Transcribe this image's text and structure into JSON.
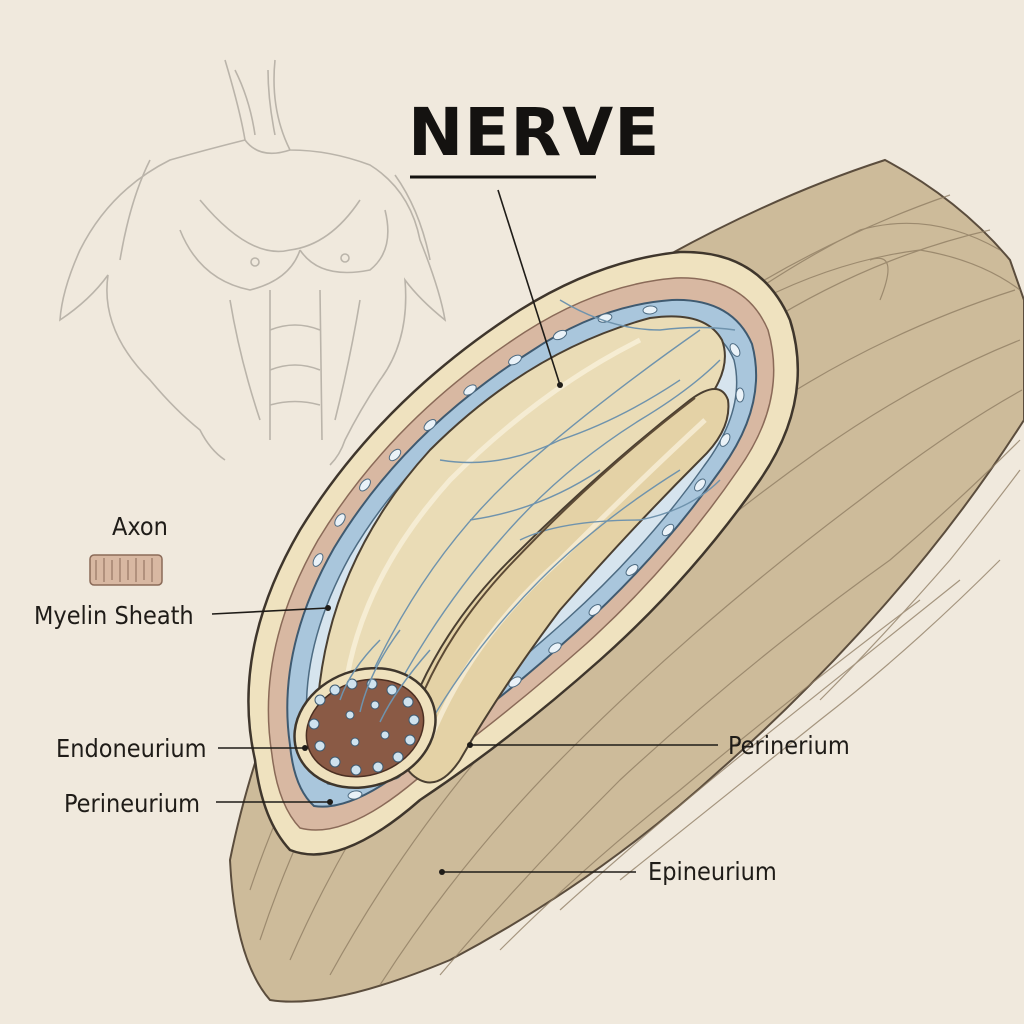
{
  "diagram": {
    "title": "NERVE",
    "labels": {
      "axon": "Axon",
      "myelin_sheath": "Myelin Sheath",
      "endoneurium": "Endoneurium",
      "perineurium": "Perineurium",
      "perinerium": "Perinerium",
      "epineurium": "Epineurium"
    },
    "colors": {
      "background": "#f0e9dd",
      "sheath_blue": "#a9c6dc",
      "axon_cream": "#eadcb6",
      "epineurium_tan": "#cdbb9a",
      "connective_pink": "#d8b8a2",
      "ink": "#1f1c18"
    }
  }
}
